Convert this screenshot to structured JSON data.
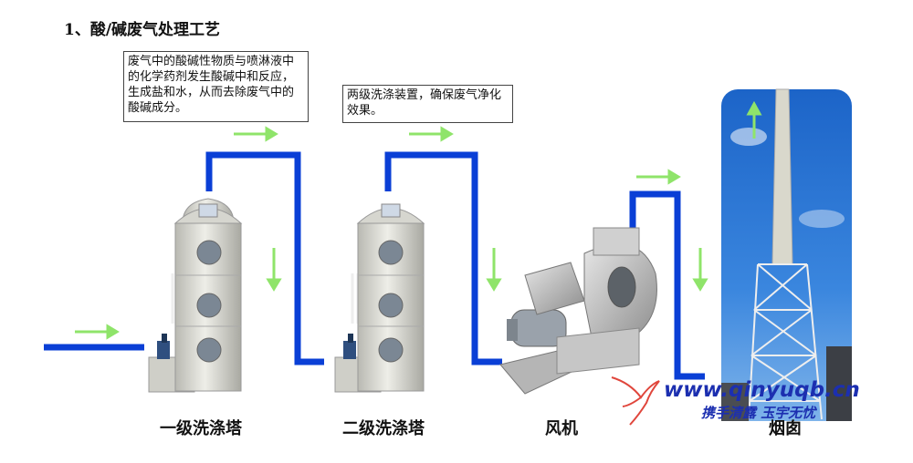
{
  "title": "1、酸/碱废气处理工艺",
  "notes": [
    "废气中的酸碱性物质与喷淋液中的化学药剂发生酸碱中和反应，生成盐和水，从而去除废气中的酸碱成分。",
    "两级洗涤装置，确保废气净化效果。"
  ],
  "labels": {
    "tower1": "一级洗涤塔",
    "tower2": "二级洗涤塔",
    "fan": "风机",
    "chimney": "烟囱"
  },
  "watermark": {
    "url": "www.qinyuqb.cn",
    "slogan": "携手清露 玉宇无忧"
  },
  "colors": {
    "duct": "#0a3fd6",
    "arrow": "#8fe46a",
    "tower": "#d9d9d2",
    "watermark": "#1c2fb0"
  }
}
